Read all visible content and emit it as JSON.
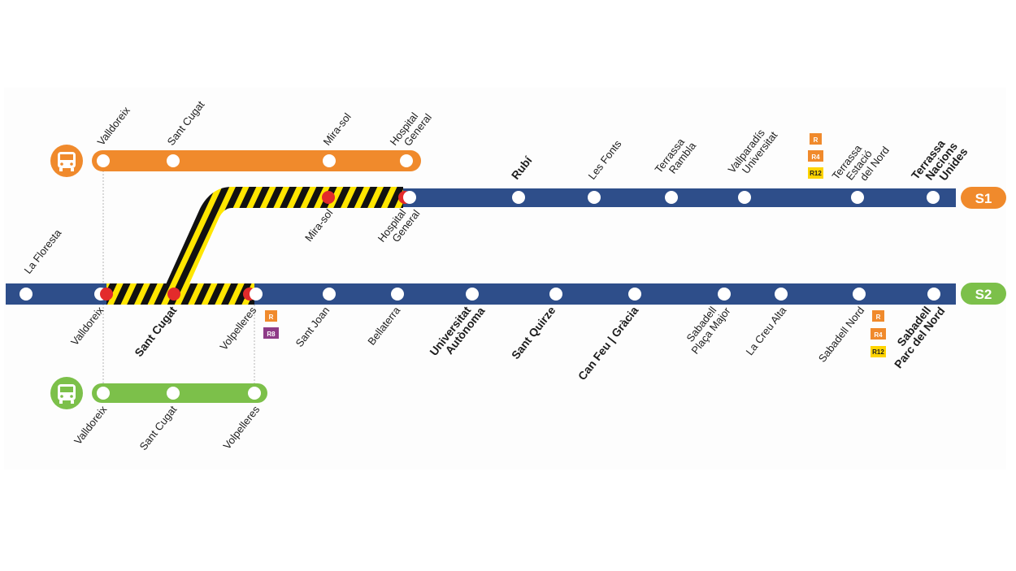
{
  "colors": {
    "s1": "#f08a2c",
    "s2": "#7cc04a",
    "track": "#2e4e8a",
    "works_yellow": "#ffe600",
    "works_black": "#111111",
    "affected": "#e32b2b",
    "station": "#ffffff",
    "rodalies_r": "#f08a2c",
    "rodalies_r4": "#f08a2c",
    "rodalies_r8": "#8e3b87",
    "rodalies_r12": "#ffd400"
  },
  "lines": {
    "s1": {
      "label": "S1"
    },
    "s2": {
      "label": "S2"
    }
  },
  "bus_s1": {
    "icon": "bus-icon",
    "stops": [
      "Valldoreix",
      "Sant Cugat",
      "Mira-sol",
      "Hospital General"
    ]
  },
  "bus_s2": {
    "icon": "bus-icon",
    "stops": [
      "Valldoreix",
      "Sant Cugat",
      "Volpelleres"
    ]
  },
  "s1_branch": {
    "stations": [
      "Mira-sol",
      "Hospital General",
      "Rubí",
      "Les Fonts",
      "Terrassa Rambla",
      "Vallparadís Universitat",
      "Terrassa Estació del Nord",
      "Terrassa Nacions Unides"
    ]
  },
  "s2_line": {
    "stations": [
      "La Floresta",
      "Valldoreix",
      "Sant Cugat",
      "Volpelleres",
      "Sant Joan",
      "Bellaterra",
      "Universitat Autònoma",
      "Sant Quirze",
      "Can Feu | Gràcia",
      "Sabadell Plaça Major",
      "La Creu Alta",
      "Sabadell Nord",
      "Sabadell Parc del Nord"
    ]
  },
  "rodalies": {
    "volpelleres": [
      "R",
      "R8"
    ],
    "terrassa_nord": [
      "R",
      "R4",
      "R12"
    ],
    "sabadell_nord": [
      "R",
      "R4",
      "R12"
    ]
  }
}
